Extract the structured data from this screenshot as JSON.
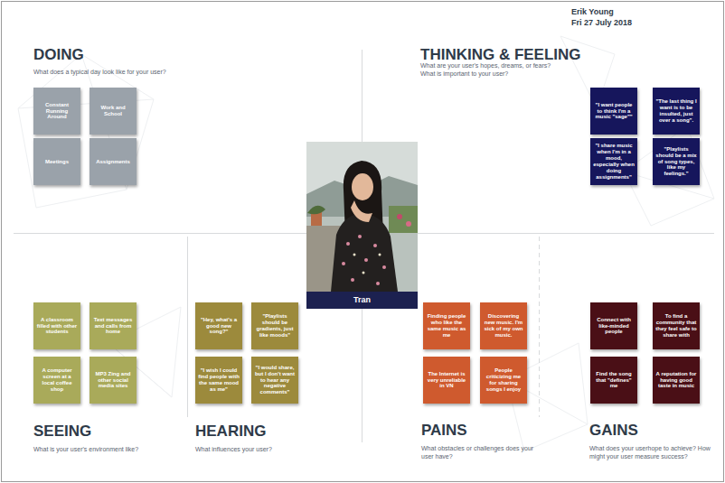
{
  "diagram": {
    "nodes": [
      {
        "text": [
          "Constant Running Around"
        ]
      },
      {
        "text": [
          "Work and School"
        ]
      },
      {
        "text": [
          "Meetings"
        ]
      },
      {
        "text": [
          "Assignments"
        ]
      },
      {
        "text": [
          "\"I want people to think I'm a music \"sage\"\""
        ]
      },
      {
        "text": [
          "\"The last thing I want is to be insulted, just over a song\"."
        ]
      },
      {
        "text": [
          "\"I share music when I'm in a mood, especially when doing assignments\""
        ]
      },
      {
        "text": [
          "\"Playlists should be a mix of song types, like my feelings.\""
        ]
      },
      {
        "text": [
          "Tran"
        ]
      },
      {
        "text": [
          "A classroom filled with other students"
        ]
      },
      {
        "text": [
          "Text messages and calls from home"
        ]
      },
      {
        "text": [
          "A computer screen at a local coffee shop"
        ]
      },
      {
        "text": [
          "MP3 Zing and other social media sites"
        ]
      },
      {
        "text": [
          "\"Hey, what's a good new song?\""
        ]
      },
      {
        "text": [
          "\"Playlists should be gradients, just like moods\""
        ]
      },
      {
        "text": [
          "\"I wish I could find people with the same mood as me\""
        ]
      },
      {
        "text": [
          "\"I would share, but I don't want to hear any negative comments\""
        ]
      },
      {
        "text": [
          "Finding people who like the same music as me"
        ]
      },
      {
        "text": [
          "Discovering new music. I'm sick of my own music."
        ]
      },
      {
        "text": [
          "The Internet is very unreliable in VN"
        ]
      },
      {
        "text": [
          "People criticizing me for sharing songs I enjoy"
        ]
      },
      {
        "text": [
          "Connect with like-minded people"
        ]
      },
      {
        "text": [
          "To find a community that they feel safe to share with"
        ]
      },
      {
        "text": [
          "Find the song that \"defines\" me"
        ]
      },
      {
        "text": [
          "A reputation for having good taste in music"
        ]
      }
    ],
    "labels": [
      "Erik Young",
      "Fri 27 July 2018",
      "DOING",
      "What does a typical day look like for your user?",
      "THINKING & FEELING",
      "What are your user's hopes, dreams, or fears? What is important to your user?",
      "SEEING",
      "What is your user's environment like?",
      "HEARING",
      "What influences your user?",
      "PAINS",
      "What obstacles or challenges does your user have?",
      "GAINS",
      "What does your userhope to achieve? How might your user measure success?"
    ]
  }
}
